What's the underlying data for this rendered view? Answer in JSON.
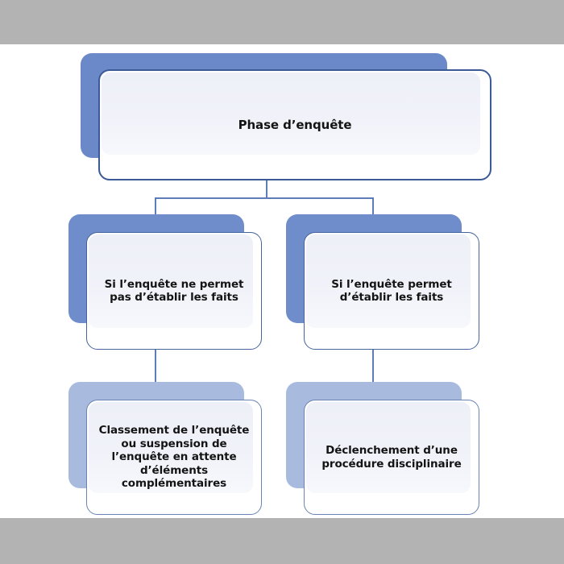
{
  "diagram": {
    "title": "Phase d'enquête",
    "background": "#ffffff",
    "band_color": "#b3b3b3",
    "connector_color": "#5c7cba",
    "nodes": {
      "root": {
        "id": "phase-enquete",
        "label": "Phase d’enquête",
        "shadow_color": "#6b89c8",
        "border_color": "#3c5a96"
      },
      "branch_left": {
        "id": "enquete-ne-permet-pas",
        "label": "Si l’enquête ne permet\npas d’établir les faits",
        "shadow_color": "#6f8dcb",
        "border_color": "#45639c"
      },
      "branch_right": {
        "id": "enquete-permet",
        "label": "Si l’enquête permet\nd’établir les faits",
        "shadow_color": "#6f8dcb",
        "border_color": "#45639c"
      },
      "outcome_left": {
        "id": "classement-suspension",
        "label": "Classement de l’enquête\nou suspension de\nl’enquête en attente\nd’éléments\ncomplémentaires",
        "shadow_color": "#a8bbdf",
        "border_color": "#6a83b5"
      },
      "outcome_right": {
        "id": "procedure-disciplinaire",
        "label": "Déclenchement d’une\nprocédure disciplinaire",
        "shadow_color": "#a8bbdf",
        "border_color": "#6a83b5"
      }
    }
  }
}
